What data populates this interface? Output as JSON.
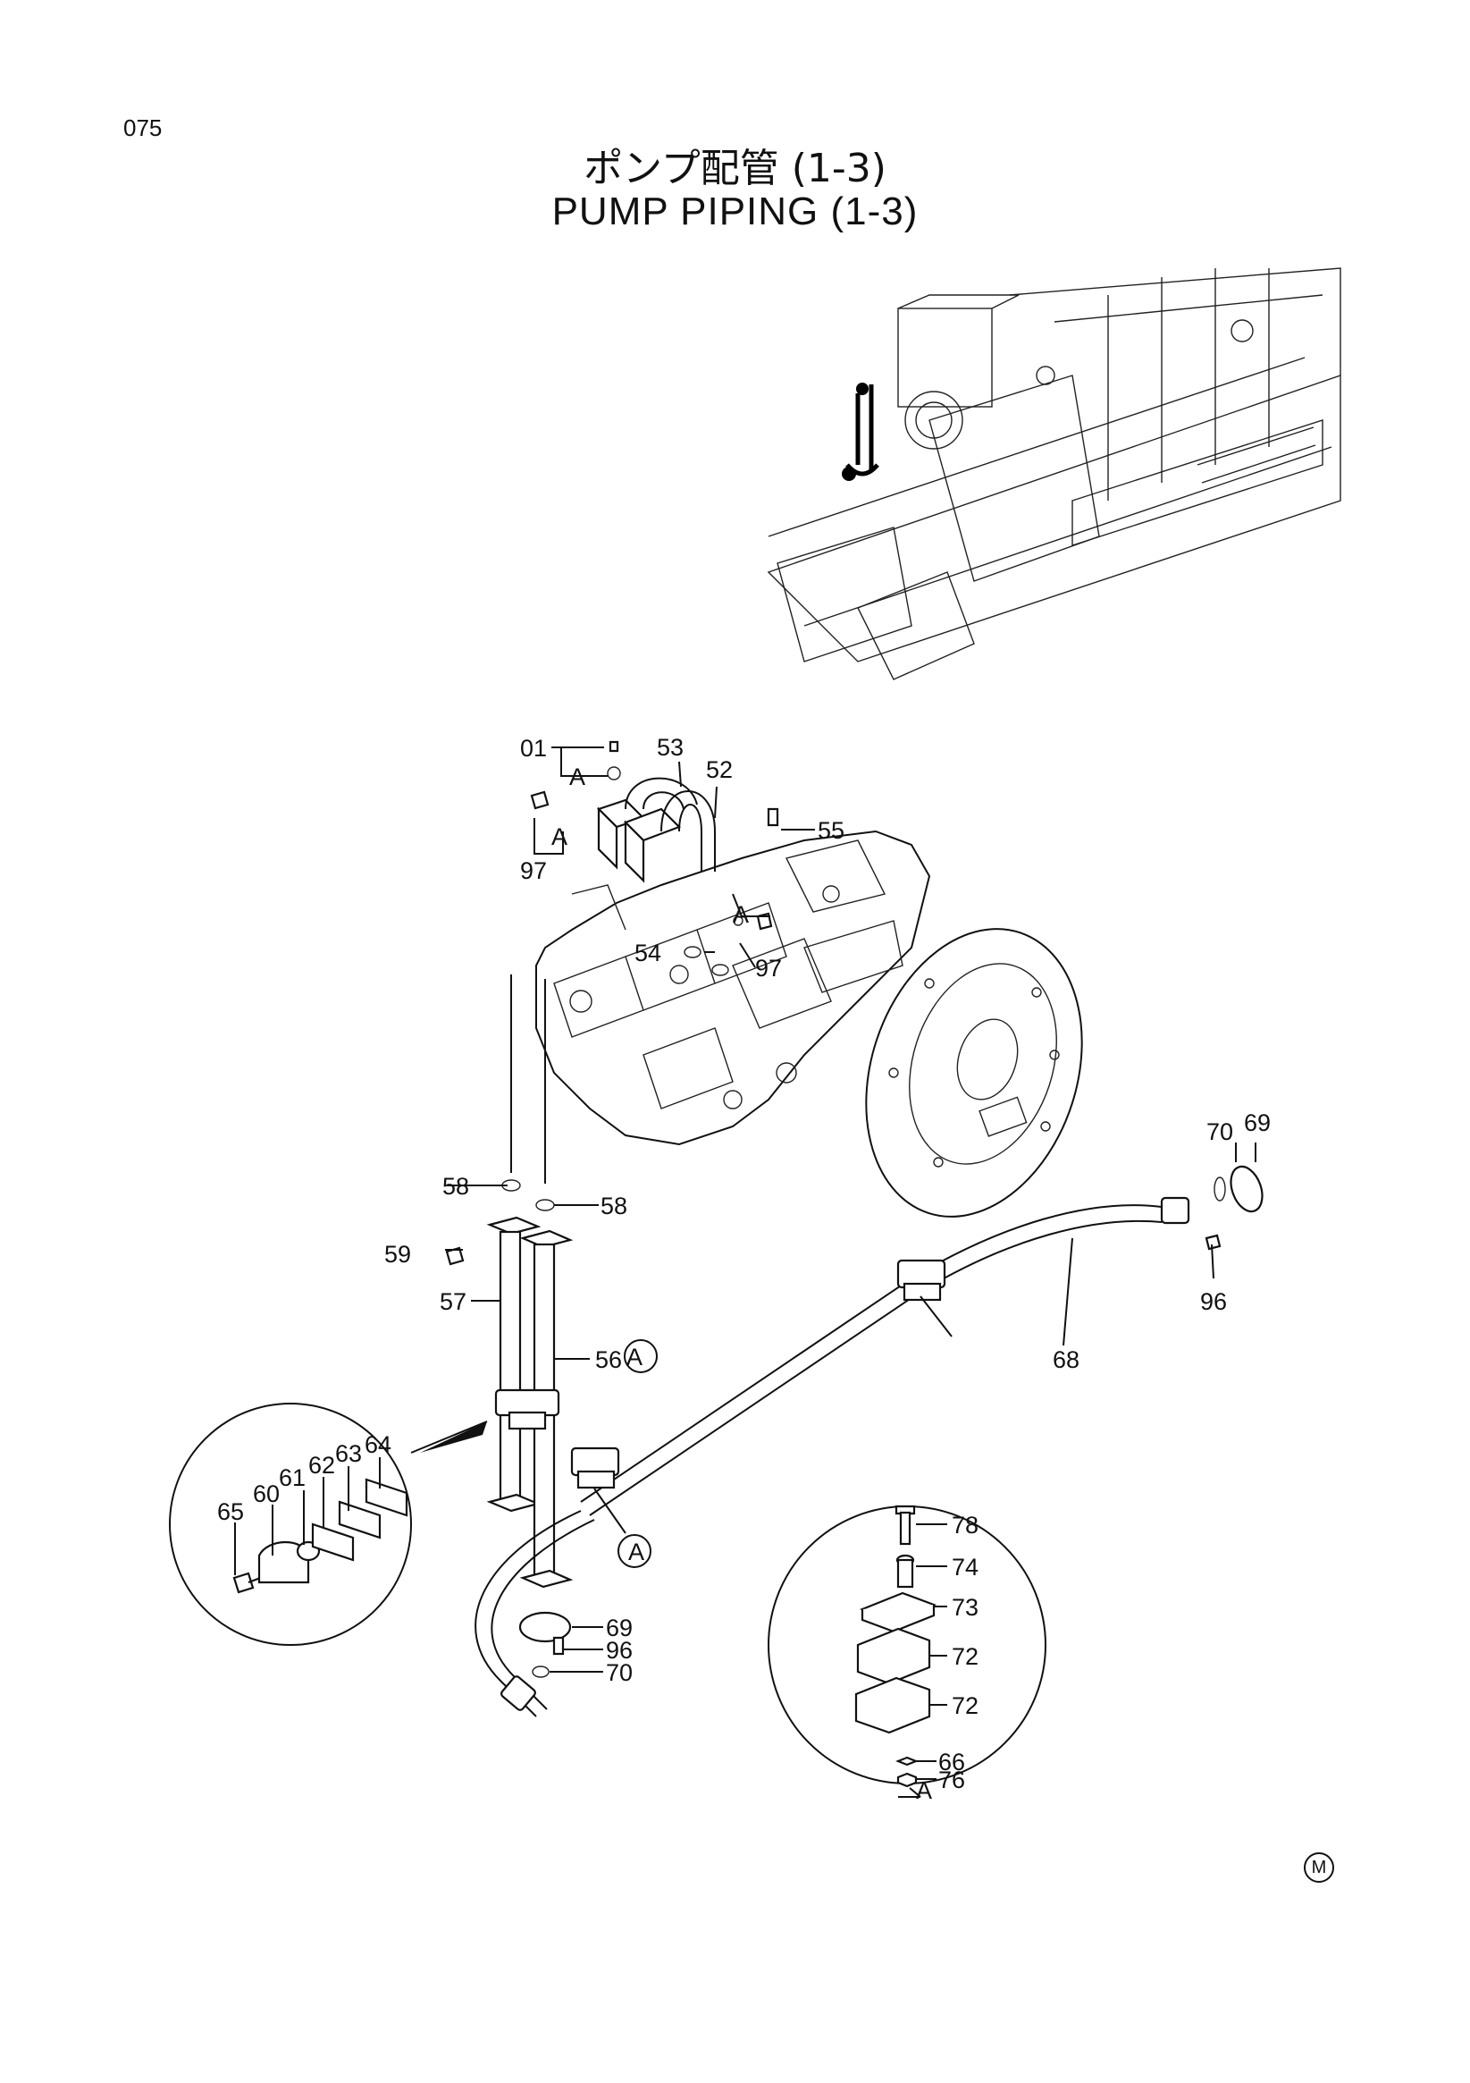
{
  "page": {
    "number": "075"
  },
  "title": {
    "japanese": "ポンプ配管 (1-3)",
    "english": "PUMP PIPING (1-3)"
  },
  "mark": "M",
  "callouts": {
    "c01": "01",
    "c53": "53",
    "c52": "52",
    "c55": "55",
    "cA1": "A",
    "cA2": "A",
    "cA3": "A",
    "c97a": "97",
    "c97b": "97",
    "c54": "54",
    "c58a": "58",
    "c58b": "58",
    "c59": "59",
    "c57": "57",
    "c56": "56",
    "c70a": "70",
    "c69a": "69",
    "c96a": "96",
    "c68": "68",
    "c65": "65",
    "c60": "60",
    "c61": "61",
    "c62": "62",
    "c63": "63",
    "c64": "64",
    "c69b": "69",
    "c96b": "96",
    "c70b": "70",
    "c78": "78",
    "c74": "74",
    "c73": "73",
    "c72a": "72",
    "c72b": "72",
    "c66": "66",
    "c76": "76",
    "cA4": "A",
    "cCircA1": "A",
    "cCircA2": "A"
  }
}
